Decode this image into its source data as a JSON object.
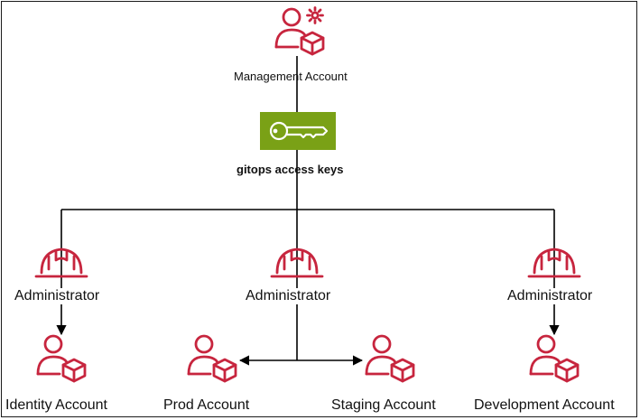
{
  "management": {
    "label": "Management Account"
  },
  "keys": {
    "label": "gitops access keys"
  },
  "admins": [
    {
      "label": "Administrator"
    },
    {
      "label": "Administrator"
    },
    {
      "label": "Administrator"
    }
  ],
  "accounts": [
    {
      "label": "Identity Account"
    },
    {
      "label": "Prod Account"
    },
    {
      "label": "Staging Account"
    },
    {
      "label": "Development Account"
    }
  ],
  "icons": {
    "management": "user-gear-box-icon",
    "keys": "key-icon",
    "admin": "hard-hat-icon",
    "account": "user-box-icon"
  },
  "colors": {
    "icon": "#C7253E",
    "key_bg": "#7AA116",
    "line": "#000000"
  }
}
